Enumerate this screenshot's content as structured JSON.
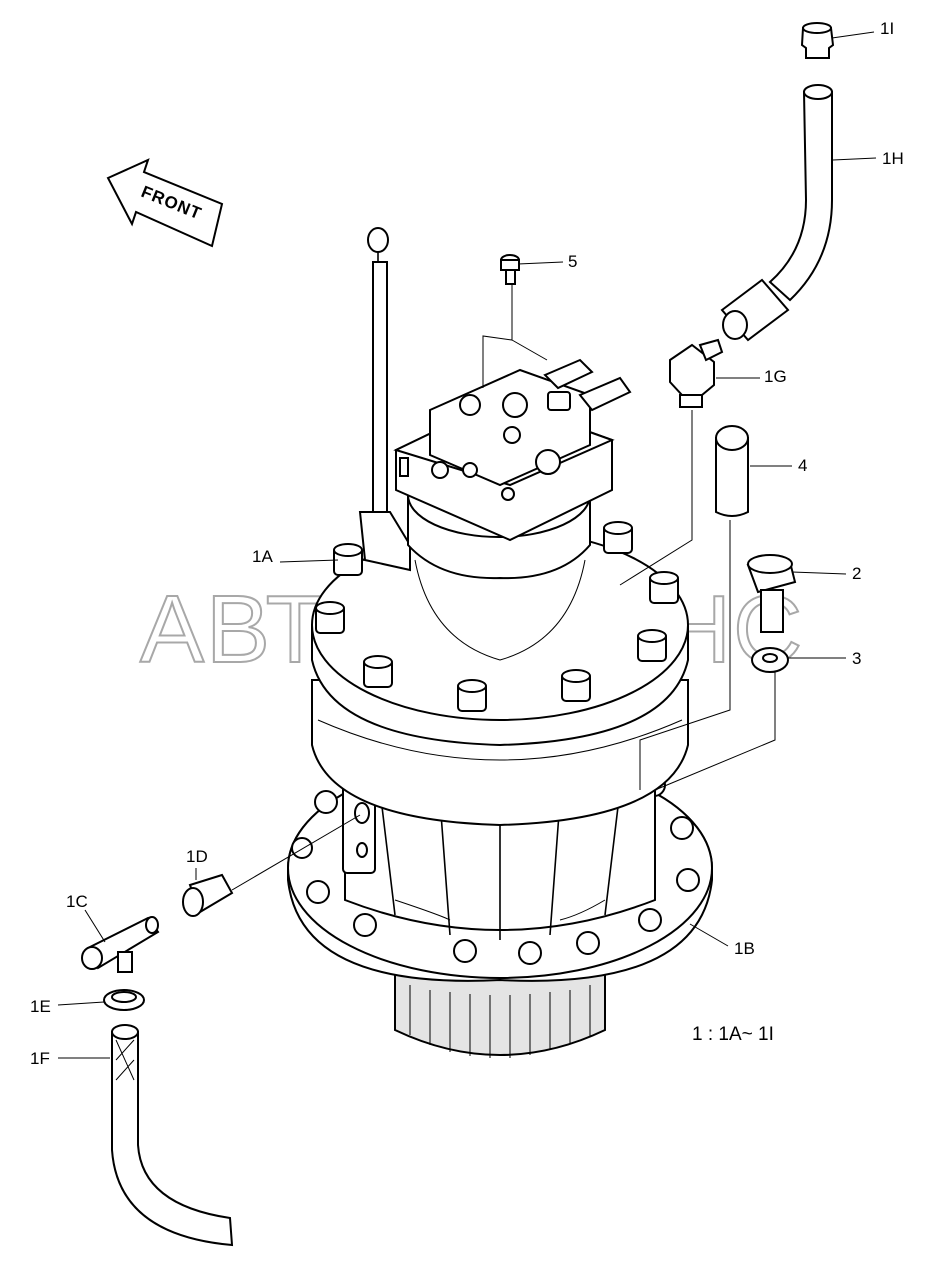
{
  "diagram": {
    "direction_arrow": "FRONT",
    "watermark": "АВТОАЛЬЯНС",
    "note": "1 : 1A~ 1I",
    "callouts": {
      "1I": "1I",
      "1H": "1H",
      "5": "5",
      "1G": "1G",
      "4": "4",
      "2": "2",
      "3": "3",
      "1A": "1A",
      "1D": "1D",
      "1C": "1C",
      "1B": "1B",
      "1E": "1E",
      "1F": "1F"
    }
  }
}
